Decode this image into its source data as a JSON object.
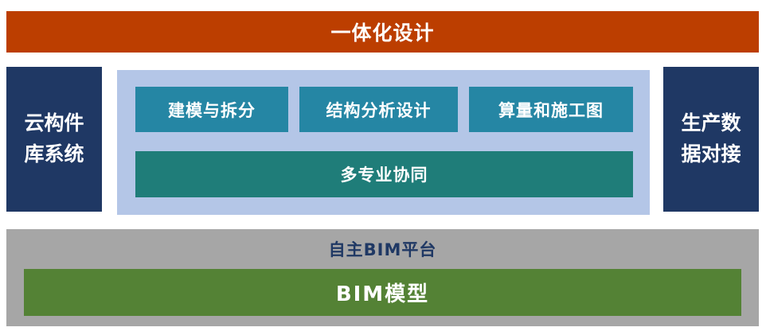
{
  "title_banner": {
    "label": "一体化设计",
    "bg": "#BC3E00"
  },
  "left_box": {
    "label": "云构件库系统",
    "bg": "#1F3864"
  },
  "right_box": {
    "label": "生产数据对接",
    "bg": "#1F3864"
  },
  "center_panel": {
    "bg": "#B4C6E7",
    "module_bg": "#2586A4",
    "modules": [
      {
        "label": "建模与拆分"
      },
      {
        "label": "结构分析设计"
      },
      {
        "label": "算量和施工图"
      }
    ],
    "collaboration": {
      "label": "多专业协同",
      "bg": "#1F7D79"
    }
  },
  "platform_bar": {
    "bg": "#A6A6A6",
    "label": "自主BIM平台",
    "label_color": "#1F3864",
    "bim_model": {
      "label": "BIM模型",
      "bg": "#548235"
    }
  }
}
